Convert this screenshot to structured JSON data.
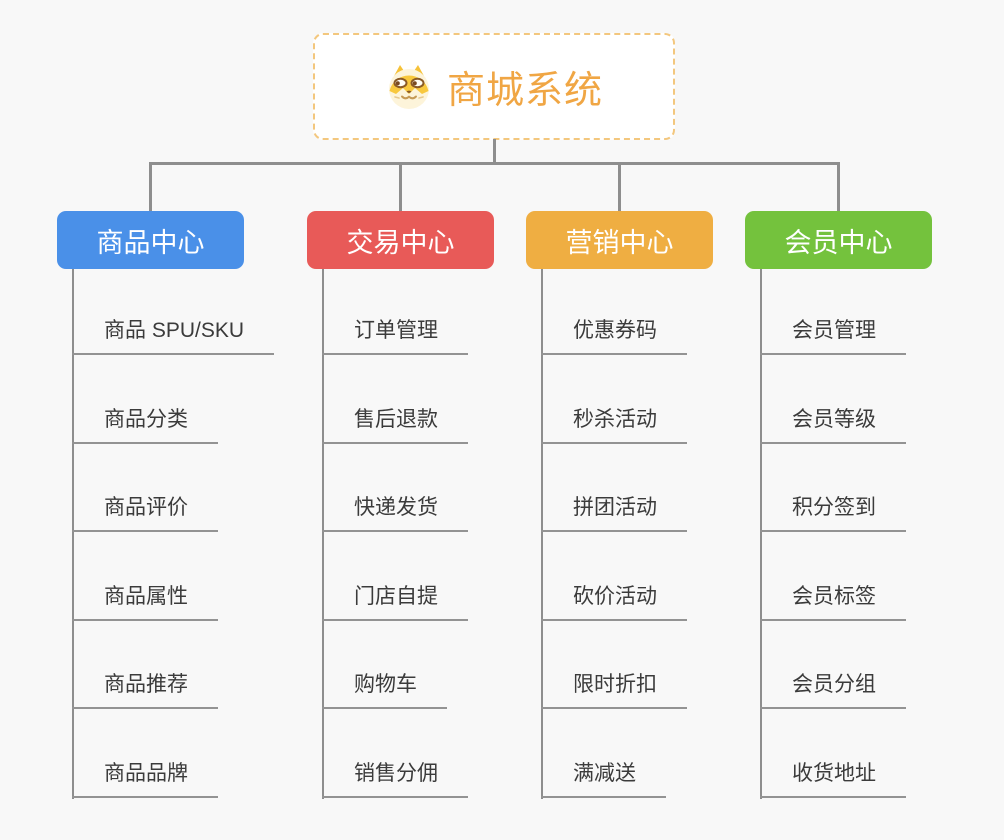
{
  "root": {
    "title": "商城系统",
    "icon": "shiba-dog-icon",
    "accent_color": "#F0A644",
    "border_color": "#F3C77E"
  },
  "connector_color": "#8E8E8E",
  "branches": [
    {
      "label": "商品中心",
      "color": "#4A90E8",
      "children": [
        "商品 SPU/SKU",
        "商品分类",
        "商品评价",
        "商品属性",
        "商品推荐",
        "商品品牌"
      ]
    },
    {
      "label": "交易中心",
      "color": "#E85A58",
      "children": [
        "订单管理",
        "售后退款",
        "快递发货",
        "门店自提",
        "购物车",
        "销售分佣"
      ]
    },
    {
      "label": "营销中心",
      "color": "#EFAE42",
      "children": [
        "优惠券码",
        "秒杀活动",
        "拼团活动",
        "砍价活动",
        "限时折扣",
        "满减送"
      ]
    },
    {
      "label": "会员中心",
      "color": "#74C23D",
      "children": [
        "会员管理",
        "会员等级",
        "积分签到",
        "会员标签",
        "会员分组",
        "收货地址"
      ]
    }
  ]
}
